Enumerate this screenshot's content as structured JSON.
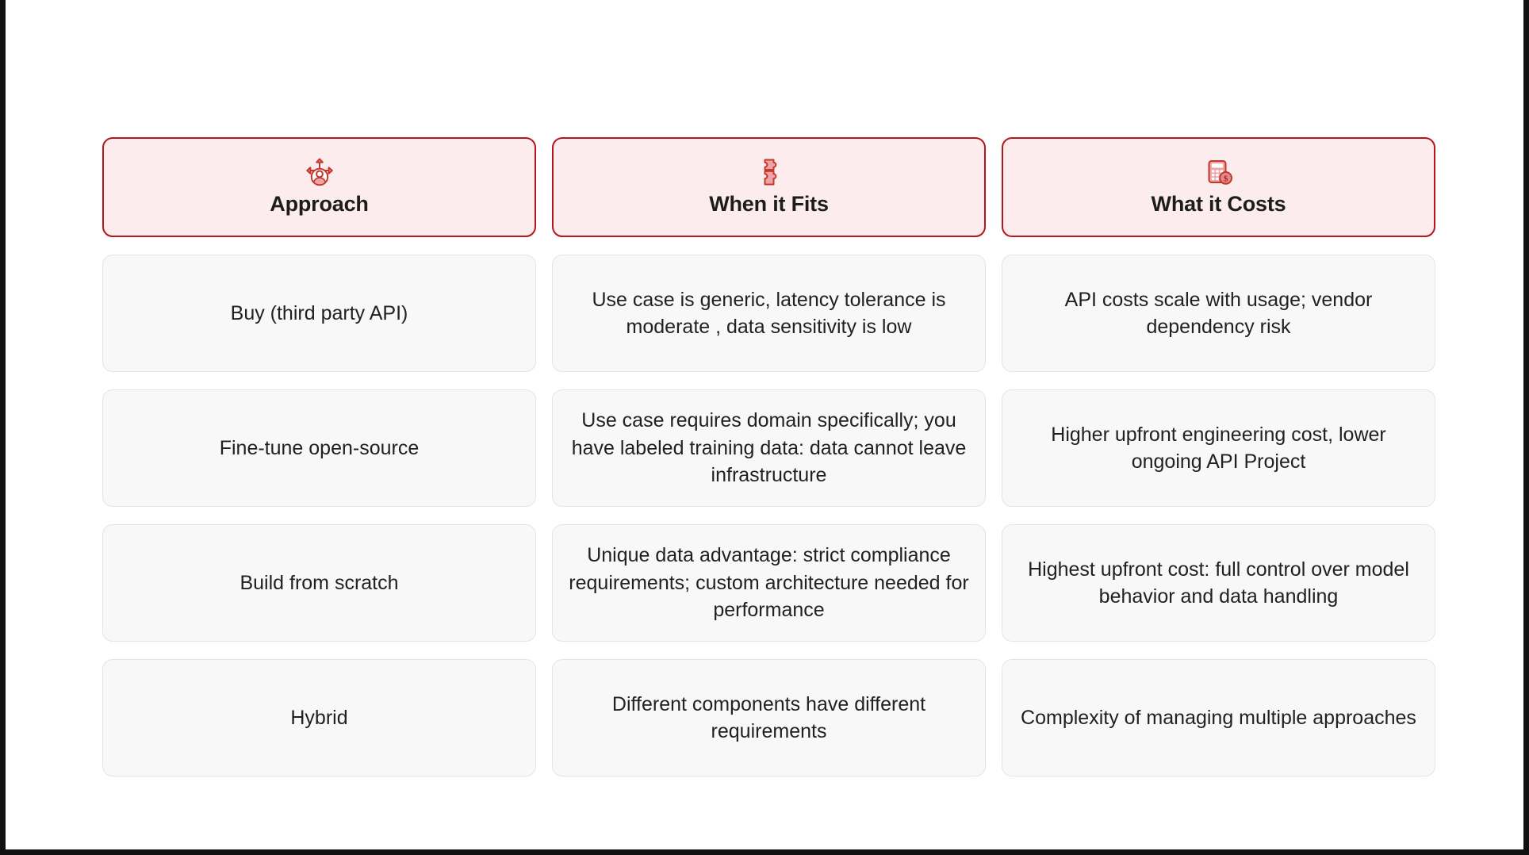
{
  "table": {
    "headers": [
      {
        "label": "Approach",
        "icon": "decision-arrows-person-icon"
      },
      {
        "label": "When it Fits",
        "icon": "puzzle-pieces-icon"
      },
      {
        "label": "What it Costs",
        "icon": "calculator-dollar-icon"
      }
    ],
    "rows": [
      {
        "approach": "Buy (third party API)",
        "when_it_fits": "Use case is generic, latency tolerance is moderate , data sensitivity is low",
        "what_it_costs": "API costs scale with usage; vendor dependency risk"
      },
      {
        "approach": "Fine-tune open-source",
        "when_it_fits": "Use case requires domain specifically; you have labeled training data: data cannot leave infrastructure",
        "what_it_costs": "Higher upfront engineering cost, lower ongoing API Project"
      },
      {
        "approach": "Build from scratch",
        "when_it_fits": "Unique data advantage: strict compliance requirements; custom architecture needed for performance",
        "what_it_costs": "Highest upfront cost: full control over model behavior and data handling"
      },
      {
        "approach": "Hybrid",
        "when_it_fits": "Different components have different requirements",
        "what_it_costs": "Complexity of managing multiple approaches"
      }
    ]
  },
  "colors": {
    "header_border": "#b3161c",
    "header_fill": "#fdeced",
    "icon_stroke": "#c0392b",
    "icon_fill": "#efa3a6",
    "cell_fill": "#f8f8f8",
    "cell_border": "#e4e4e4",
    "text": "#202124",
    "frame": "#111111"
  }
}
